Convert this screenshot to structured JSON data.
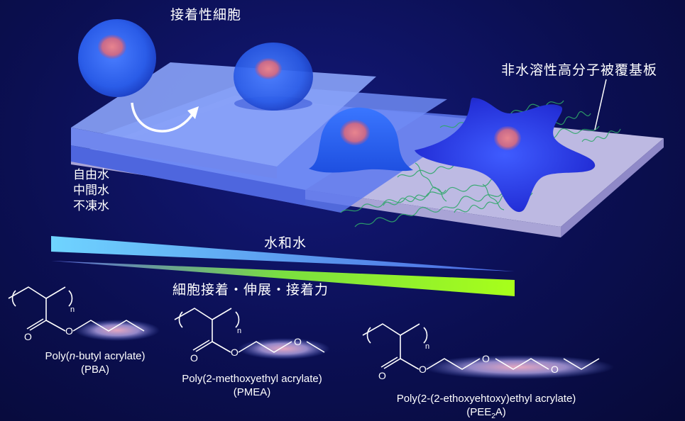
{
  "labels": {
    "adherent_cell": "接着性細胞",
    "substrate": "非水溶性高分子被覆基板",
    "free_water": "自由水",
    "intermediate_water": "中間水",
    "nonfreezing_water": "不凍水",
    "hydration_water": "水和水",
    "adhesion": "細胞接着・伸展・接着力"
  },
  "polymers": [
    {
      "name_pre": "Poly(",
      "name_italic": "n",
      "name_post": "-butyl acrylate)",
      "abbr": "(PBA)"
    },
    {
      "name": "Poly(2-methoxyethyl acrylate)",
      "abbr": "(PMEA)"
    },
    {
      "name": "Poly(2-(2-ethoxyehtoxy)ethyl acrylate)",
      "abbr_pre": "(PEE",
      "abbr_sub": "2",
      "abbr_post": "A)"
    }
  ],
  "repeat_subscript": "n",
  "colors": {
    "background": "#0b0f4a",
    "water_layer": "#7f9cf5",
    "cell": "#2f6bff",
    "nucleus": "#d87a8c",
    "polymer_brush": "#2fa86a",
    "hydration_bar": "#6fd4ff",
    "adhesion_bar": "#9dff1a"
  }
}
